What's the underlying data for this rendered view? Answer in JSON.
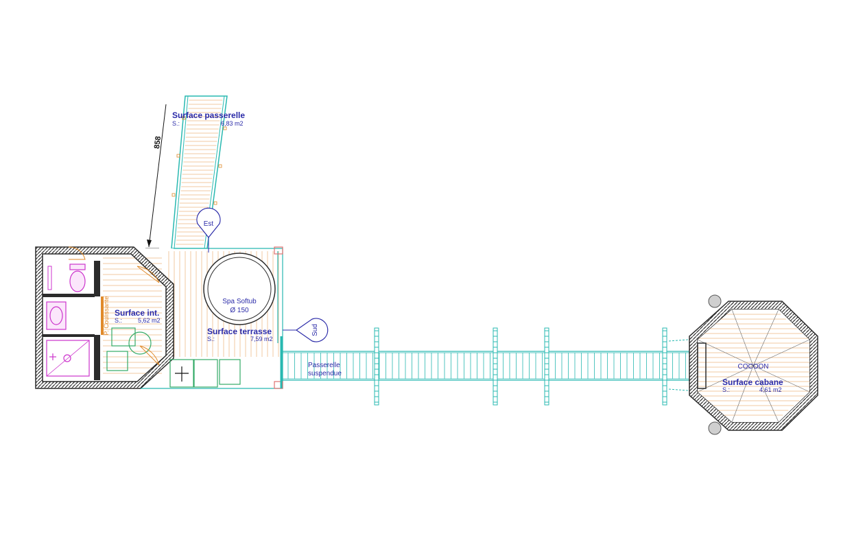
{
  "colors": {
    "wall": "#2b2b2b",
    "deck_line": "#f2c9a0",
    "cyan": "#27b8b0",
    "label_blue": "#2a2aa8",
    "fixtures": "#cc33cc",
    "door_orange": "#e08a2a",
    "furniture_green": "#33aa66"
  },
  "passerelle": {
    "title": "Surface passerelle",
    "s_label": "S.:",
    "area": "6,83 m2"
  },
  "dimension": {
    "value": "858"
  },
  "compass_est": {
    "label": "Est"
  },
  "compass_sud": {
    "label": "Sud"
  },
  "interior": {
    "title": "Surface int.",
    "s_label": "S.:",
    "area": "5,62 m2",
    "door_label": "P. Coulissante"
  },
  "spa": {
    "line1": "Spa Softub",
    "line2": "Ø 150"
  },
  "terrasse": {
    "title": "Surface terrasse",
    "s_label": "S.:",
    "area": "7,59 m2"
  },
  "bridge": {
    "line1": "Passerelle",
    "line2": "suspendue"
  },
  "cabane": {
    "name": "COCOON",
    "title": "Surface cabane",
    "s_label": "S.:",
    "area": "4,61 m2"
  }
}
